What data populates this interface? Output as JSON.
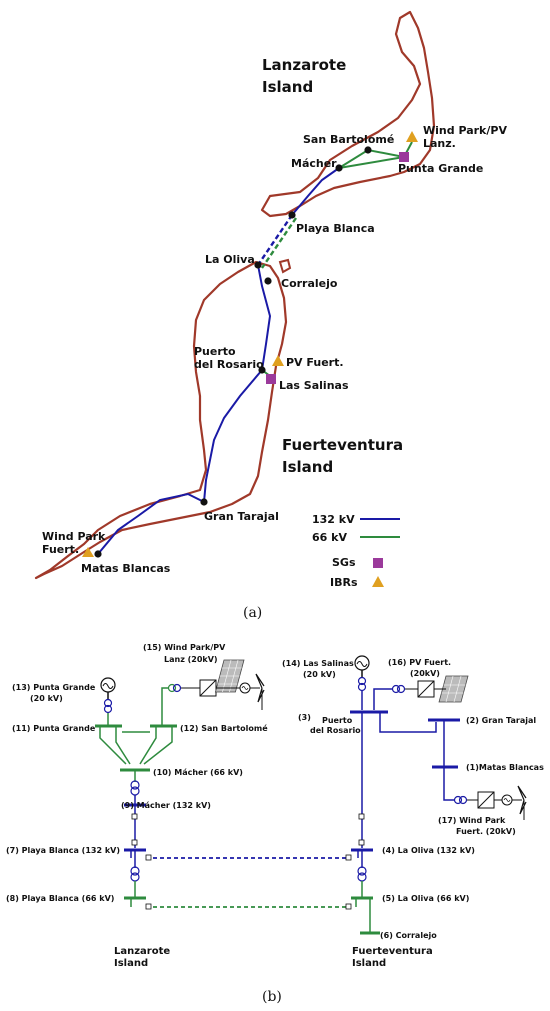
{
  "panel_a": {
    "caption": "(a)",
    "islands": {
      "lanzarote": [
        "Lanzarote",
        "Island"
      ],
      "fuerteventura": [
        "Fuerteventura",
        "Island"
      ]
    },
    "labels": {
      "san_bartolome": "San Bartolomé",
      "macher": "Mácher",
      "wind_pv_lanz": [
        "Wind Park/PV",
        "Lanz."
      ],
      "punta_grande": "Punta Grande",
      "playa_blanca": "Playa Blanca",
      "la_oliva": "La Oliva",
      "corralejo": "Corralejo",
      "puerto": [
        "Puerto",
        "del Rosario"
      ],
      "pv_fuert": "PV Fuert.",
      "las_salinas": "Las Salinas",
      "gran_tarajal": "Gran Tarajal",
      "wind_fuert": [
        "Wind Park",
        "Fuert."
      ],
      "matas_blancas": "Matas Blancas"
    },
    "legend": {
      "kv132": "132 kV",
      "kv66": "66 kV",
      "sgs": "SGs",
      "ibrs": "IBRs"
    },
    "colors": {
      "kv132": "#1a1aa6",
      "kv66": "#2e8b3e",
      "coast": "#a0392a",
      "sg": "#9b3a9b",
      "ibr": "#e0a020"
    }
  },
  "panel_b": {
    "caption": "(b)",
    "buses": {
      "b15": [
        "(15) Wind Park/PV",
        "Lanz (20kV)"
      ],
      "b13": [
        "(13) Punta Grande",
        "(20 kV)"
      ],
      "b11": "(11) Punta Grande",
      "b12": "(12) San Bartolomé",
      "b10": "(10) Mácher (66 kV)",
      "b9": "(9) Mácher (132 kV)",
      "b7": "(7) Playa Blanca (132 kV)",
      "b8": "(8) Playa Blanca (66 kV)",
      "b14": [
        "(14) Las Salinas",
        "(20 kV)"
      ],
      "b16": [
        "(16) PV Fuert.",
        "(20kV)"
      ],
      "b3": [
        "(3)",
        "Puerto",
        "del Rosario"
      ],
      "b2": "(2) Gran Tarajal",
      "b1": "(1)Matas Blancas",
      "b17": [
        "(17) Wind Park",
        "Fuert. (20kV)"
      ],
      "b4": "(4) La Oliva (132 kV)",
      "b5": "(5) La Oliva (66 kV)",
      "b6": "(6) Corralejo"
    },
    "islands": {
      "lanzarote": [
        "Lanzarote",
        "Island"
      ],
      "fuerteventura": [
        "Fuerteventura",
        "Island"
      ]
    }
  }
}
